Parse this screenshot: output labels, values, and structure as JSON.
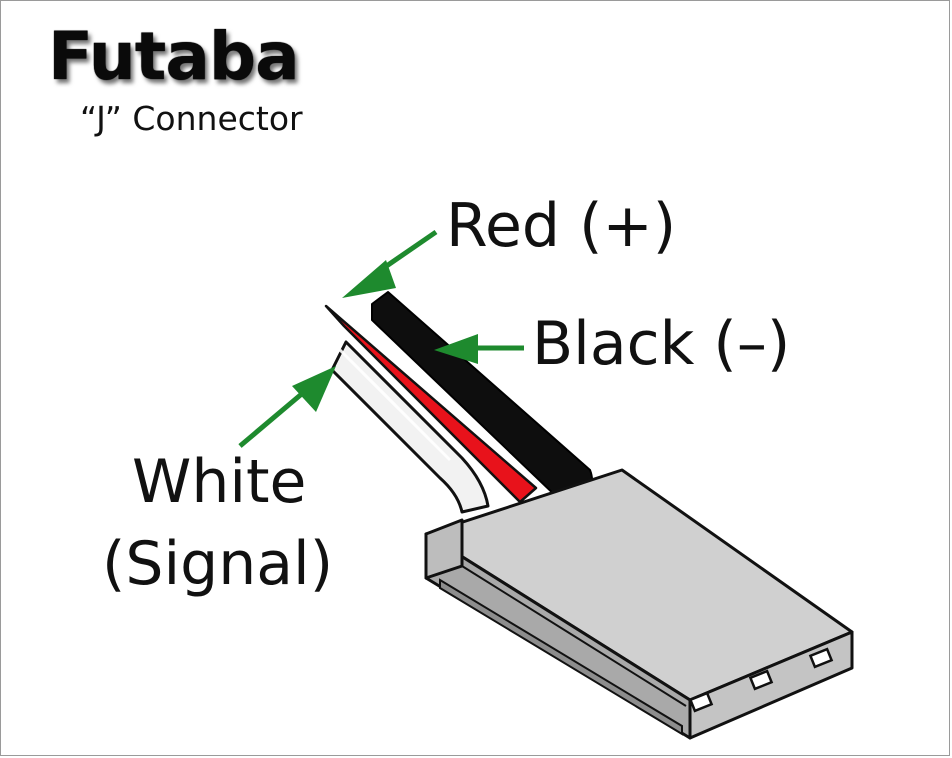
{
  "logo": {
    "text": "Futaba"
  },
  "subtitle": "“J” Connector",
  "wires": {
    "red": {
      "label": "Red (+)",
      "color": "#e8121b"
    },
    "black": {
      "label": "Black (–)",
      "color": "#0e0e0e"
    },
    "white": {
      "label_line1": "White",
      "label_line2": "(Signal)",
      "color": "#f2f2f2"
    }
  },
  "colors": {
    "arrow": "#1e8a2e",
    "connector_body": "#c6c6c6",
    "connector_shadow": "#9d9d9d",
    "connector_top": "#d4d4d4",
    "background": "#ffffff"
  },
  "icons": {
    "pointer": "green-arrow-icon",
    "connector": "three-pin-connector-icon"
  }
}
